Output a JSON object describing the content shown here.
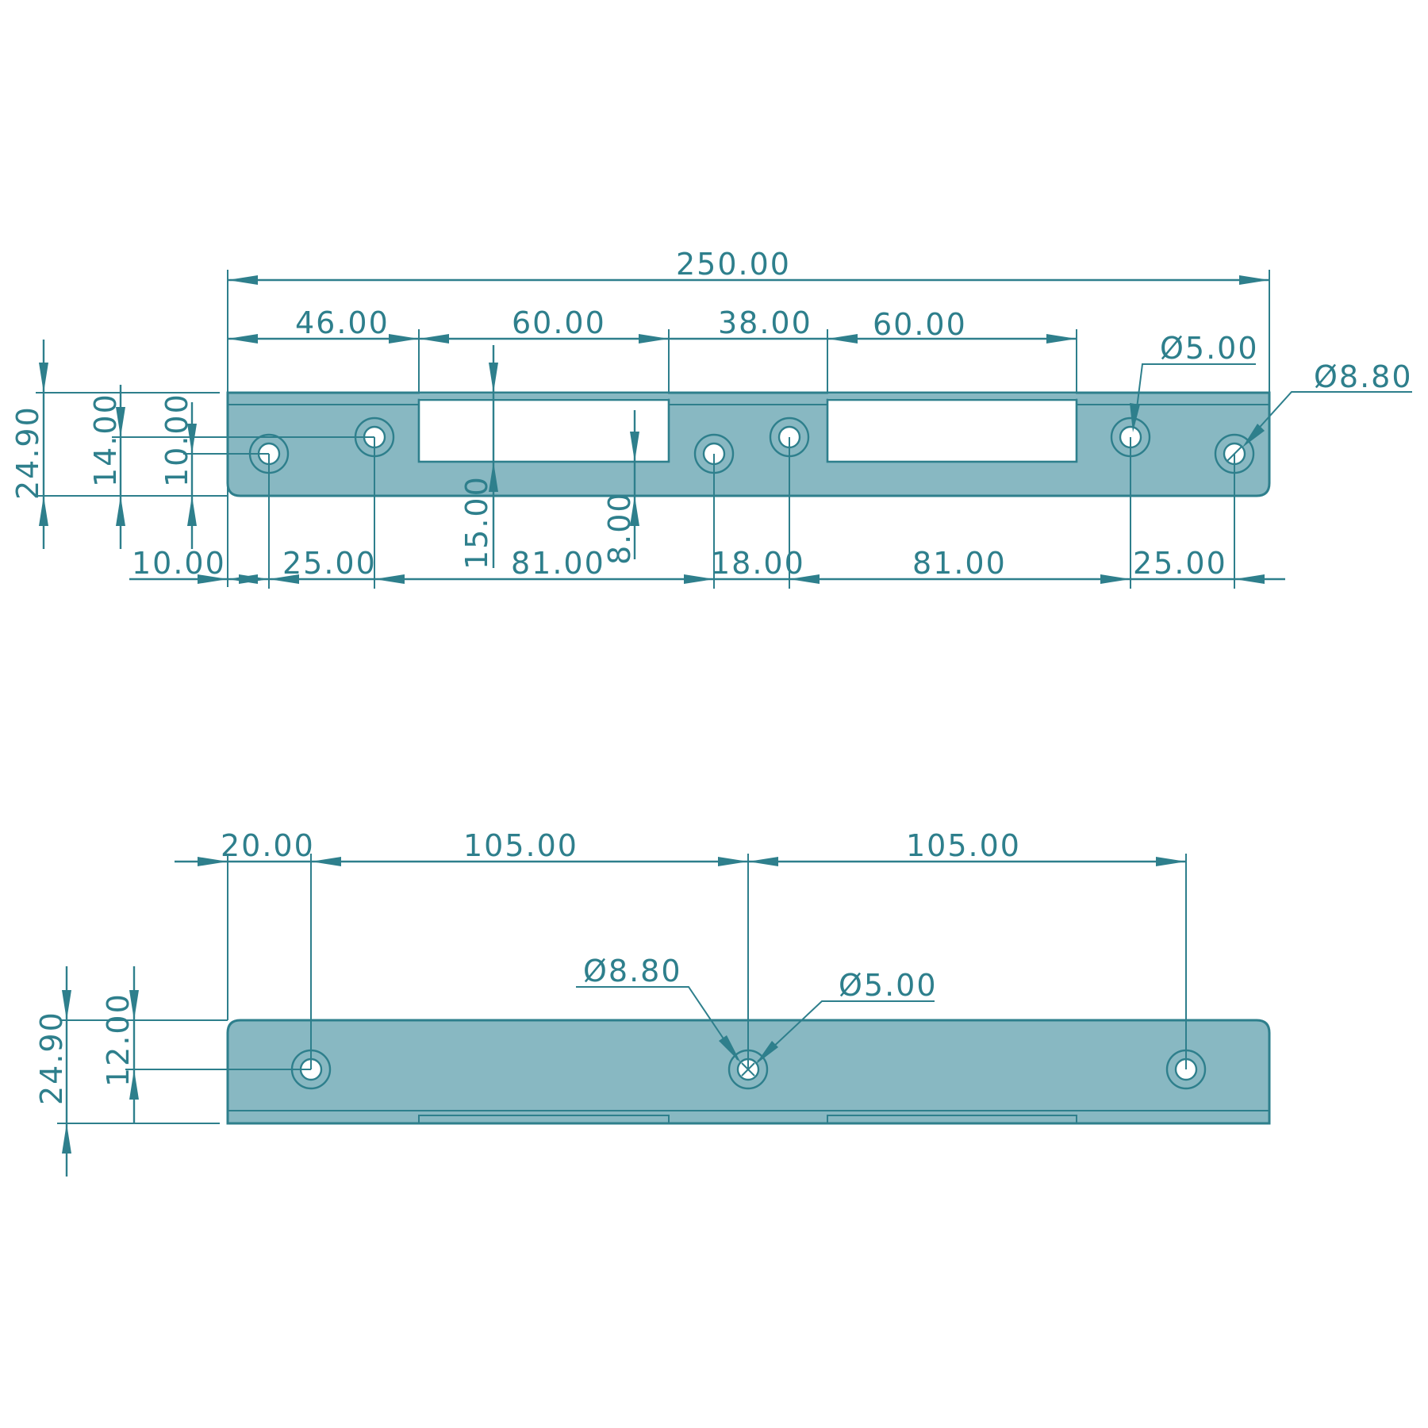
{
  "drawing": {
    "line_color": "#2e7f8c",
    "fill_color": "#88b8c2",
    "background": "#ffffff"
  },
  "top_view": {
    "overall_length": "250.00",
    "top_dims": [
      "46.00",
      "60.00",
      "38.00",
      "60.00"
    ],
    "hole_callouts": [
      "Ø5.00",
      "Ø8.80"
    ],
    "left_dims": [
      "24.90",
      "14.00",
      "10.00"
    ],
    "slot_dims": [
      "15.00",
      "8.00"
    ],
    "bottom_dims": [
      "10.00",
      "25.00",
      "81.00",
      "18.00",
      "81.00",
      "25.00"
    ]
  },
  "bottom_view": {
    "top_dims": [
      "20.00",
      "105.00",
      "105.00"
    ],
    "hole_callouts": [
      "Ø8.80",
      "Ø5.00"
    ],
    "left_dims": [
      "24.90",
      "12.00"
    ]
  }
}
